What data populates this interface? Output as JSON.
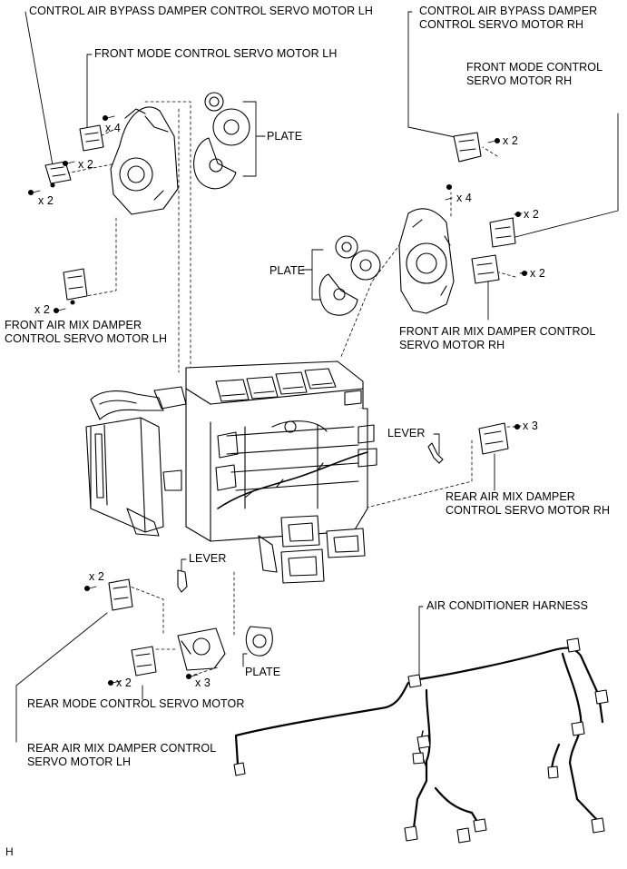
{
  "labels": {
    "bypass_lh": "CONTROL AIR BYPASS DAMPER CONTROL SERVO MOTOR LH",
    "bypass_rh_1": "CONTROL AIR BYPASS DAMPER",
    "bypass_rh_2": "CONTROL SERVO MOTOR RH",
    "front_mode_lh": "FRONT MODE CONTROL SERVO MOTOR LH",
    "front_mode_rh_1": "FRONT MODE CONTROL",
    "front_mode_rh_2": "SERVO MOTOR RH",
    "plate_top": "PLATE",
    "plate_mid": "PLATE",
    "plate_bottom": "PLATE",
    "front_air_mix_lh_1": "FRONT AIR MIX DAMPER",
    "front_air_mix_lh_2": "CONTROL SERVO MOTOR LH",
    "front_air_mix_rh_1": "FRONT AIR MIX DAMPER CONTROL",
    "front_air_mix_rh_2": "SERVO MOTOR RH",
    "lever_right": "LEVER",
    "lever_bottom": "LEVER",
    "rear_air_mix_rh_1": "REAR AIR MIX DAMPER",
    "rear_air_mix_rh_2": "CONTROL SERVO MOTOR RH",
    "ac_harness": "AIR CONDITIONER HARNESS",
    "rear_mode": "REAR MODE CONTROL SERVO MOTOR",
    "rear_air_mix_lh_1": "REAR AIR MIX DAMPER CONTROL",
    "rear_air_mix_lh_2": "SERVO MOTOR LH",
    "corner_code": "H"
  },
  "qty": {
    "q_lh_bypass": "x 2",
    "q_front_mode_lh_a": "x 4",
    "q_front_mode_lh_b": "x 2",
    "q_front_air_mix_lh": "x 2",
    "q_bypass_rh": "x 2",
    "q_housing_rh": "x 4",
    "q_front_mode_rh": "x 2",
    "q_front_air_mix_rh": "x 2",
    "q_rear_air_mix_rh": "x 3",
    "q_rear_air_mix_lh": "x 2",
    "q_rear_mode_a": "x 2",
    "q_rear_mode_b": "x 3"
  }
}
